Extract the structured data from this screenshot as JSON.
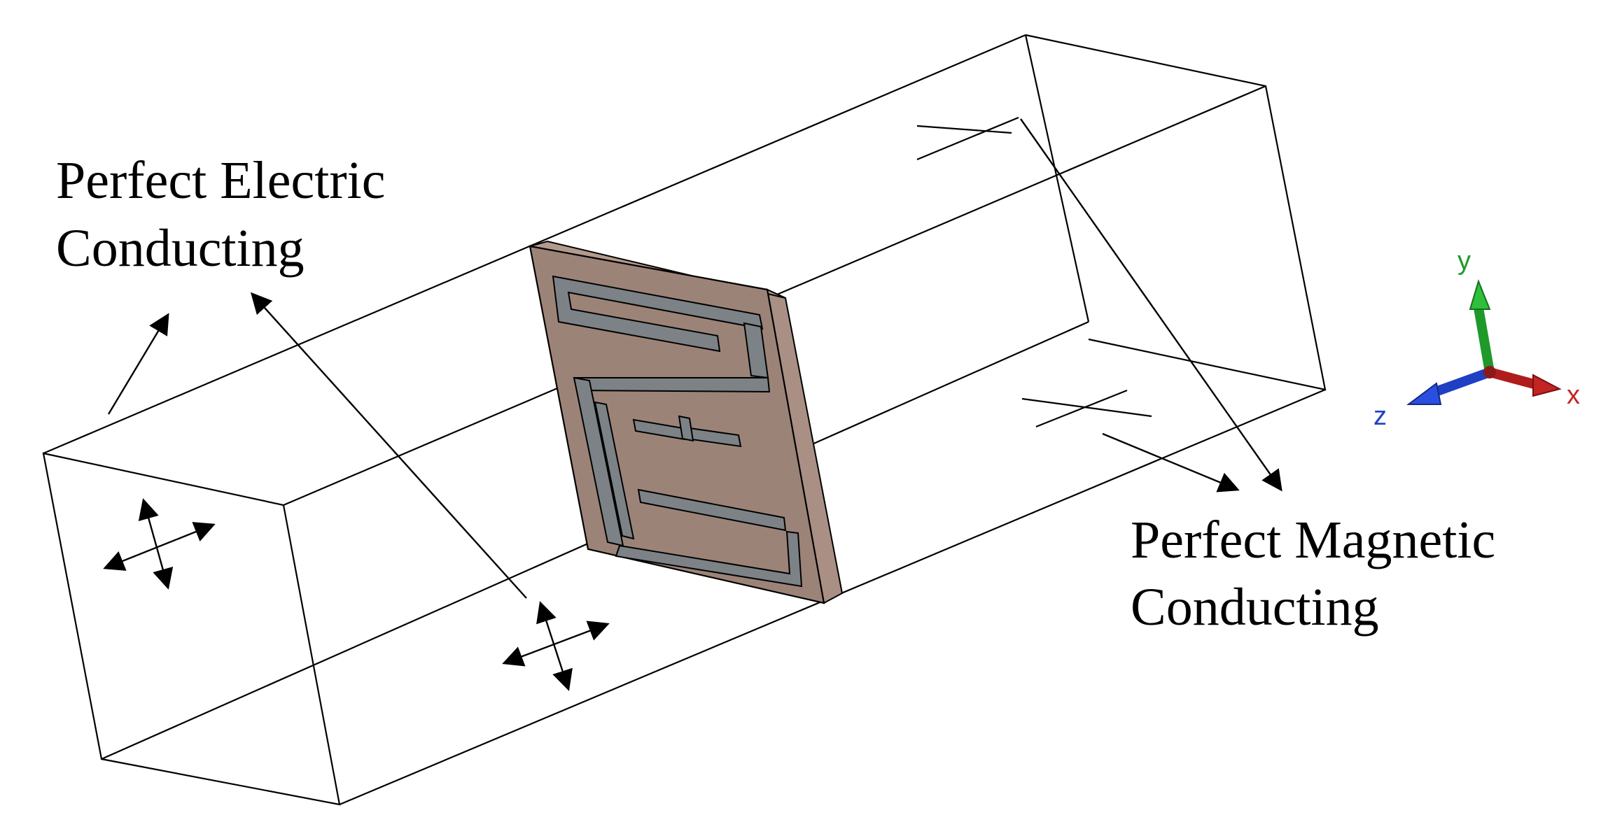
{
  "labels": {
    "pec_line1": "Perfect Electric",
    "pec_line2": "Conducting",
    "pmc_line1": "Perfect Magnetic",
    "pmc_line2": "Conducting"
  },
  "axes": {
    "x": "x",
    "y": "y",
    "z": "z"
  },
  "colors": {
    "background": "#ffffff",
    "outline": "#000000",
    "substrate": "#9c8378",
    "substrate_side": "#a98f84",
    "resonator_metal": "#7c8286",
    "axis_x": "#b01c1c",
    "axis_y": "#1f9a2a",
    "axis_z": "#1f3fc4"
  },
  "icons": [
    "double-headed-cross-arrow-icon",
    "pointer-arrow-icon",
    "coordinate-axes-icon"
  ]
}
